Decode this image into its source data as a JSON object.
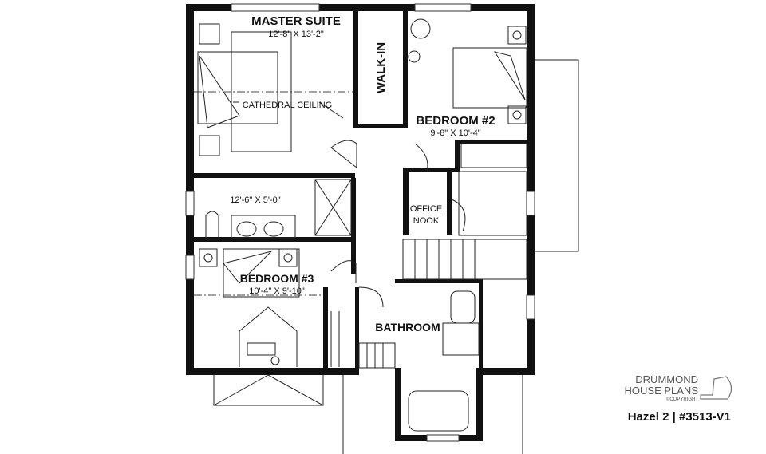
{
  "rooms": {
    "master": {
      "name": "MASTER SUITE",
      "dims": "12'-8\" X 13'-2\""
    },
    "ceiling_note": "CATHEDRAL CEILING",
    "walkin": {
      "name": "WALK-IN"
    },
    "bedroom2": {
      "name": "BEDROOM #2",
      "dims": "9'-8\" X 10'-4\""
    },
    "ensuite": {
      "dims": "12'-6\" X 5'-0\""
    },
    "office": {
      "line1": "OFFICE",
      "line2": "NOOK"
    },
    "bedroom3": {
      "name": "BEDROOM #3",
      "dims": "10'-4\" X 9'-10\""
    },
    "bathroom": {
      "name": "BATHROOM"
    }
  },
  "branding": {
    "line1": "DRUMMOND",
    "line2": "HOUSE PLANS",
    "copyright": "©COPYRIGHT",
    "plan_title": "Hazel 2 | #3513-V1"
  }
}
